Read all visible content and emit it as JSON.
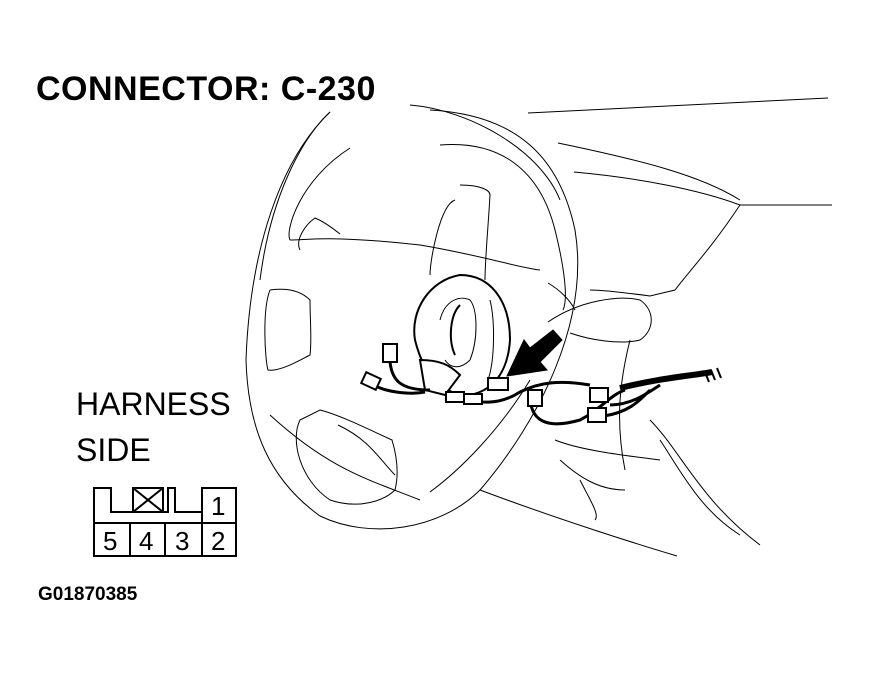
{
  "diagram": {
    "title": "CONNECTOR: C-230",
    "harness_label_line1": "HARNESS",
    "harness_label_line2": "SIDE",
    "figure_id": "G01870385",
    "connector": {
      "top_row": [
        {
          "pin": "",
          "state": "empty-notch"
        },
        {
          "pin": "",
          "state": "unused-x"
        },
        {
          "pin": "",
          "state": "empty-notch"
        },
        {
          "pin": "1",
          "state": "pin"
        }
      ],
      "bottom_row": [
        {
          "pin": "5",
          "state": "pin"
        },
        {
          "pin": "4",
          "state": "pin"
        },
        {
          "pin": "3",
          "state": "pin"
        },
        {
          "pin": "2",
          "state": "pin"
        }
      ]
    },
    "illustration": {
      "subject": "steering-wheel-with-clock-spring-and-harness",
      "callout": "arrow-pointing-to-connector"
    },
    "colors": {
      "line": "#000000",
      "background": "#ffffff"
    }
  }
}
